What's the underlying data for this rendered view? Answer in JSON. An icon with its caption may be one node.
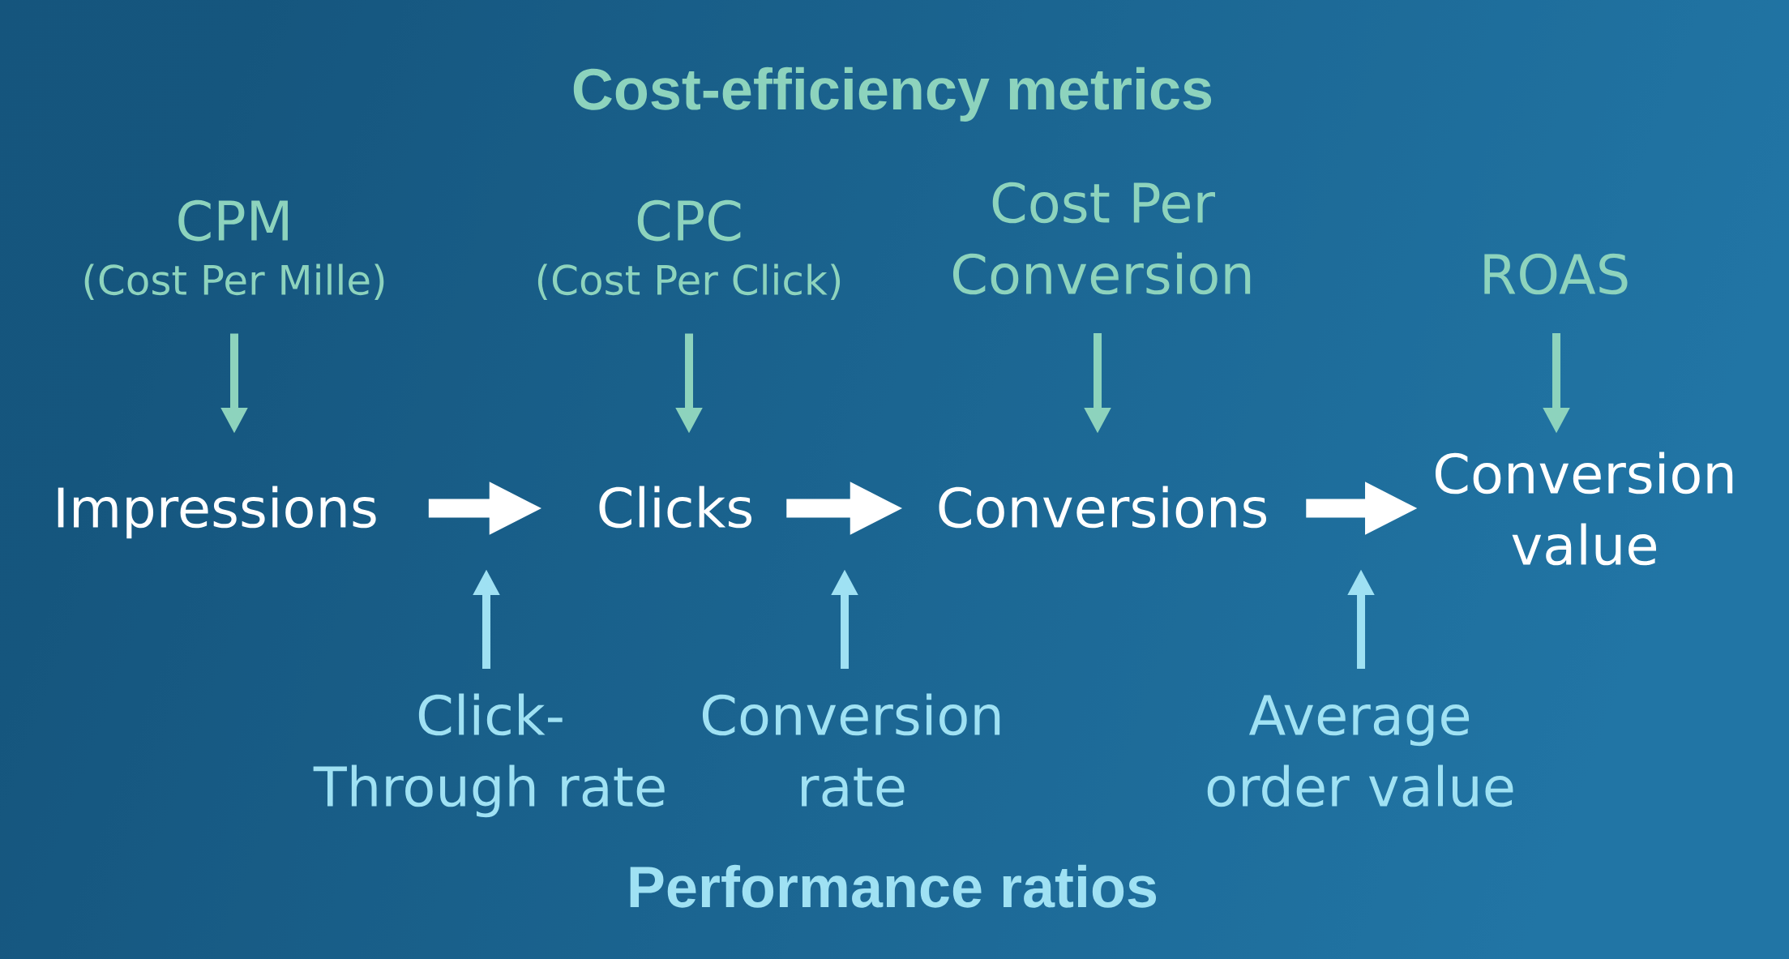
{
  "diagram": {
    "title": "Cost-efficiency metrics",
    "nodes": [
      {
        "text": [
          "CPM",
          "(Cost Per Mille)"
        ]
      },
      {
        "text": [
          "CPC",
          "(Cost Per Click)"
        ]
      },
      {
        "text": [
          "Cost Per Conversion"
        ]
      },
      {
        "text": [
          "ROAS"
        ]
      },
      {
        "text": [
          "Impressions"
        ]
      },
      {
        "text": [
          "Clicks"
        ]
      },
      {
        "text": [
          "Conversions"
        ]
      },
      {
        "text": [
          "Conversion value"
        ]
      },
      {
        "text": [
          "Click-Through rate"
        ]
      },
      {
        "text": [
          "Conversion rate"
        ]
      },
      {
        "text": [
          "Average order value"
        ]
      }
    ],
    "edges": [
      {
        "from": 4,
        "to": 5,
        "arrow": "to",
        "style": "thick",
        "color": "#ffffff"
      },
      {
        "from": 5,
        "to": 6,
        "arrow": "to",
        "style": "thick",
        "color": "#ffffff"
      },
      {
        "from": 6,
        "to": 7,
        "arrow": "to",
        "style": "thick",
        "color": "#ffffff"
      },
      {
        "from": 0,
        "to": 4,
        "arrow": "to"
      },
      {
        "from": 1,
        "to": 5,
        "arrow": "to"
      },
      {
        "from": 2,
        "to": 6,
        "arrow": "to"
      },
      {
        "from": 3,
        "to": 7,
        "arrow": "to"
      },
      {
        "from": 8,
        "to": null,
        "arrow": "to",
        "color": "#9fe1f3"
      },
      {
        "from": 9,
        "to": null,
        "arrow": "to",
        "color": "#9fe1f3"
      },
      {
        "from": 10,
        "to": null,
        "arrow": "to",
        "color": "#9fe1f3"
      }
    ],
    "labels": [
      "Performance ratios"
    ]
  }
}
